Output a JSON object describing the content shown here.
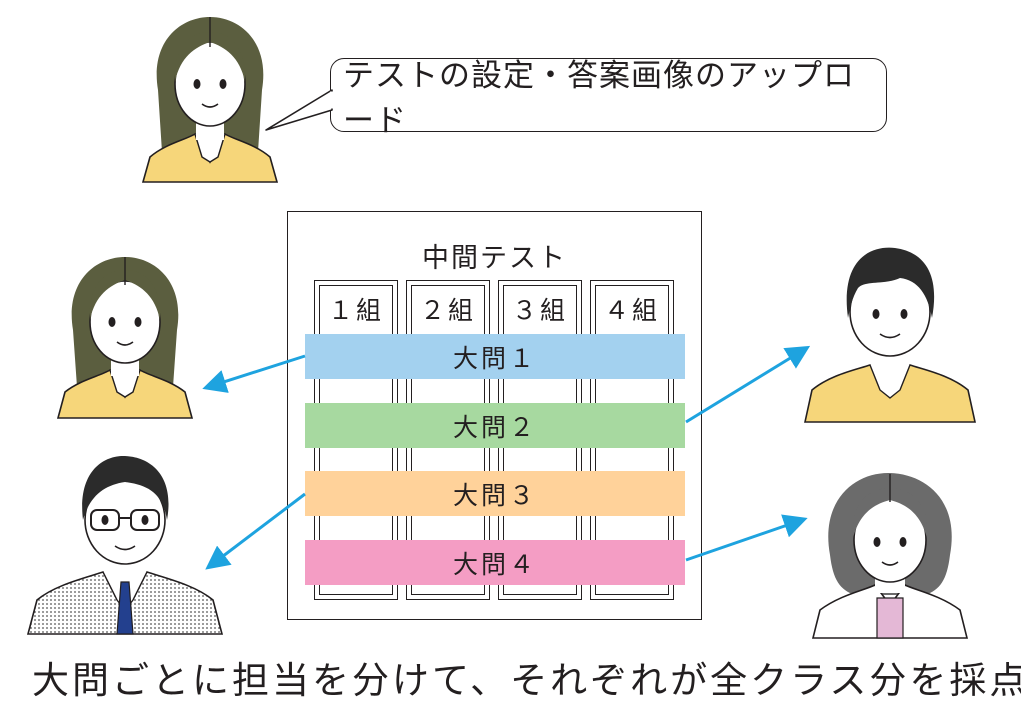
{
  "speech_bubble": {
    "text": "テストの設定・答案画像のアップロード"
  },
  "sheet": {
    "title": "中間テスト",
    "classes": [
      "１組",
      "２組",
      "３組",
      "４組"
    ]
  },
  "questions": [
    {
      "label": "大問１",
      "color": "#a3d1ef"
    },
    {
      "label": "大問２",
      "color": "#a7d9a0"
    },
    {
      "label": "大問３",
      "color": "#ffd29a"
    },
    {
      "label": "大問４",
      "color": "#f49dc4"
    }
  ],
  "arrow_color": "#1ea3df",
  "caption": "大問ごとに担当を分けて、それぞれが全クラス分を採点",
  "people": [
    {
      "role": "teacher-uploader",
      "hair": "#5b5e3f",
      "clothes": "#f6d67a"
    },
    {
      "role": "grader-1",
      "hair": "#5b5e3f",
      "clothes": "#f6d67a"
    },
    {
      "role": "grader-2",
      "hair": "#2b2b2b",
      "clothes": "#f6d67a"
    },
    {
      "role": "grader-3",
      "hair": "#2b2b2b",
      "clothes": "#e4e4e4",
      "tie": "#23408e"
    },
    {
      "role": "grader-4",
      "hair": "#6b6b6b",
      "clothes": "#ffffff",
      "inner": "#e4b8d6"
    }
  ]
}
